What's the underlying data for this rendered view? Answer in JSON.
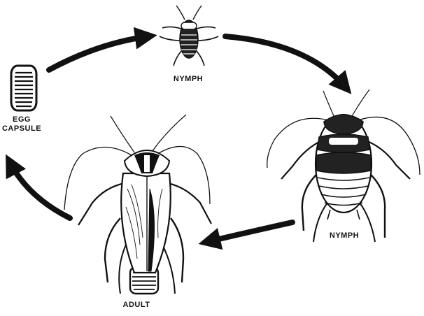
{
  "labels": {
    "nymph_top": "NYMPH",
    "egg_line1": "EGG",
    "egg_line2": "CAPSULE",
    "nymph_right": "NYMPH",
    "adult": "ADULT"
  },
  "colors": {
    "ink": "#111111",
    "background": "#ffffff"
  },
  "stages": [
    "egg-capsule",
    "small-nymph",
    "large-nymph",
    "adult"
  ]
}
